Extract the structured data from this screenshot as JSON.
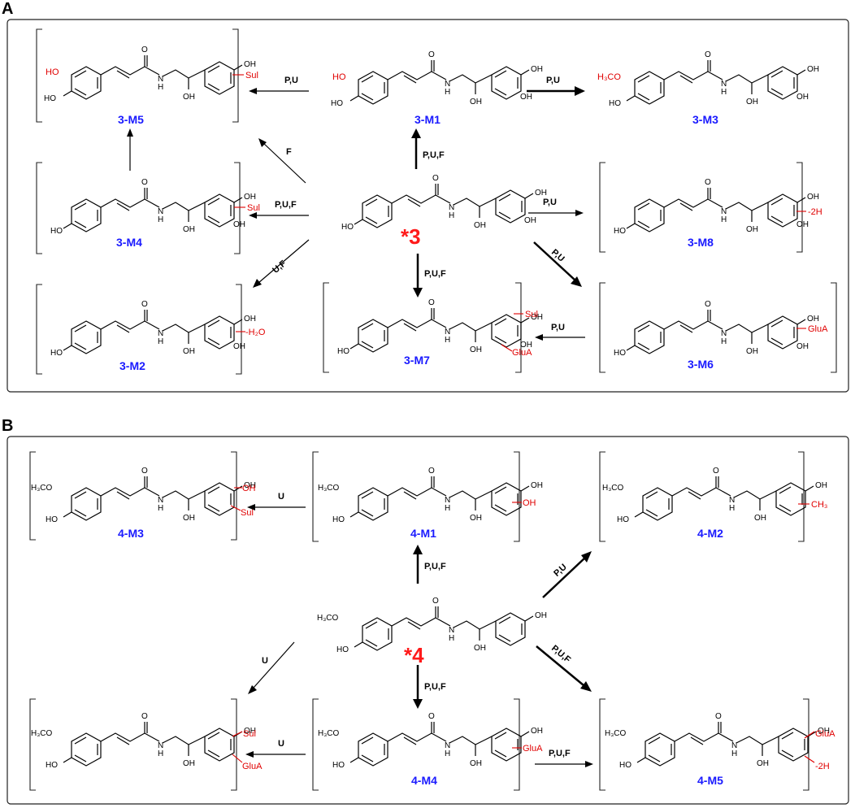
{
  "panels": {
    "A": {
      "letter": "A",
      "parent_label": "*3",
      "metabolites": [
        {
          "id": "m1",
          "label": "3-M1"
        },
        {
          "id": "m2",
          "label": "3-M2",
          "tag": "-H₂O"
        },
        {
          "id": "m3",
          "label": "3-M3",
          "tag": "H₃CO"
        },
        {
          "id": "m4",
          "label": "3-M4",
          "tag": "Sul"
        },
        {
          "id": "m5",
          "label": "3-M5",
          "tag": "Sul"
        },
        {
          "id": "m6",
          "label": "3-M6",
          "tag": "GluA"
        },
        {
          "id": "m7",
          "label": "3-M7",
          "tag": "Sul",
          "tag2": "GluA"
        },
        {
          "id": "m8",
          "label": "3-M8",
          "tag": "-2H"
        }
      ],
      "arrows": {
        "to_m1": "P,U,F",
        "to_m2": "U,F",
        "to_m3": "P,U",
        "to_m4": "P,U,F",
        "to_m5_from_m1": "P,U",
        "to_m5_from_parent": "F",
        "to_m6": "P,U",
        "to_m7_from_parent": "P,U,F",
        "to_m7_from_m6": "P,U",
        "to_m8": "P,U"
      }
    },
    "B": {
      "letter": "B",
      "parent_label": "*4",
      "metabolites": [
        {
          "id": "m1",
          "label": "4-M1",
          "tag": "OH"
        },
        {
          "id": "m2",
          "label": "4-M2",
          "tag": "CH₃"
        },
        {
          "id": "m3",
          "label": "4-M3",
          "tag": "OH",
          "tag2": "Sul"
        },
        {
          "id": "m4",
          "label": "4-M4",
          "tag": "GluA"
        },
        {
          "id": "m5",
          "label": "4-M5",
          "tag": "GluA",
          "tag2": "-2H"
        },
        {
          "id": "m6",
          "tag": "Sul",
          "tag2": "GluA"
        }
      ],
      "arrows": {
        "to_m1": "P,U,F",
        "to_m2": "P,U",
        "to_m3": "U",
        "to_m4": "P,U,F",
        "to_m5_from_parent": "P,U,F",
        "to_m5_from_m4": "P,U,F",
        "to_m6_from_parent": "U",
        "to_m6_from_m4": "U"
      }
    }
  },
  "atoms": {
    "oh": "OH",
    "ho": "HO",
    "h3co": "H₃CO",
    "n": "N",
    "h": "H",
    "o": "O"
  }
}
